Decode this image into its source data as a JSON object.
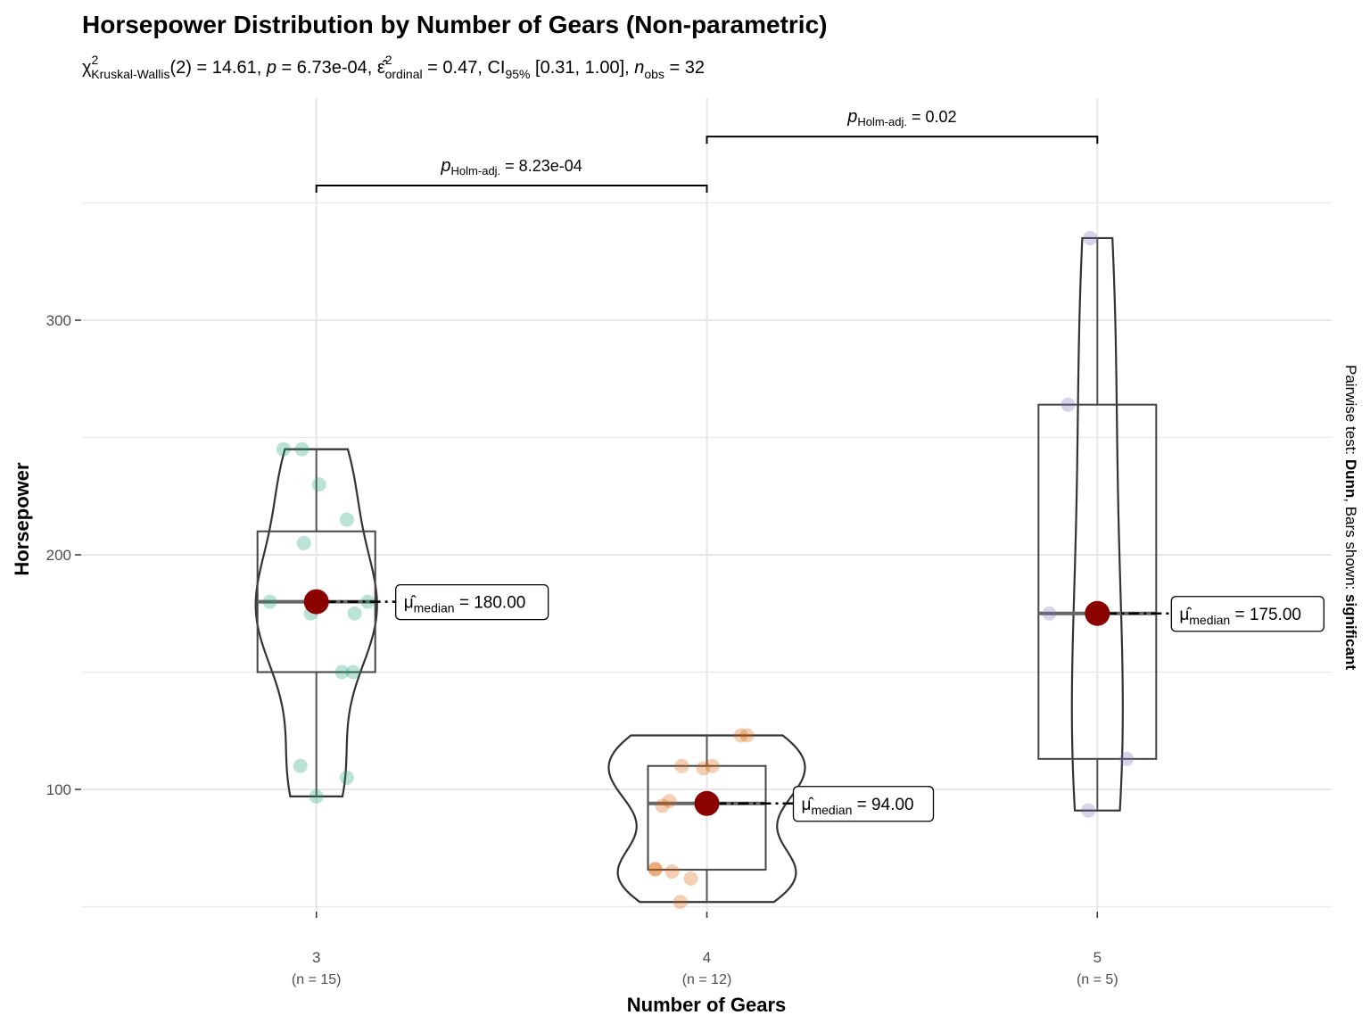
{
  "chart_data": {
    "type": "violin-box",
    "title": "Horsepower Distribution by Number of Gears (Non-parametric)",
    "subtitle": [
      {
        "t": "χ",
        "s": "n"
      },
      {
        "t": "2",
        "s": "sup"
      },
      {
        "t": "Kruskal-Wallis",
        "s": "sub"
      },
      {
        "t": "(2) = 14.61, ",
        "s": "n"
      },
      {
        "t": "p",
        "s": "i"
      },
      {
        "t": " = 6.73e-04, ",
        "s": "n"
      },
      {
        "t": "ε̂",
        "s": "n"
      },
      {
        "t": "2",
        "s": "sup"
      },
      {
        "t": "ordinal",
        "s": "sub"
      },
      {
        "t": " = 0.47, CI",
        "s": "n"
      },
      {
        "t": "95%",
        "s": "sub"
      },
      {
        "t": " [0.31, 1.00], ",
        "s": "n"
      },
      {
        "t": "n",
        "s": "i"
      },
      {
        "t": "obs",
        "s": "sub"
      },
      {
        "t": " = 32",
        "s": "n"
      }
    ],
    "xlabel": "Number of Gears",
    "ylabel": "Horsepower",
    "ylim": [
      48,
      400
    ],
    "xlim": [
      2.4,
      5.6
    ],
    "yticks": [
      100,
      200,
      300
    ],
    "y_minor_grid": [
      50,
      150,
      250,
      350
    ],
    "grid": true,
    "caption_right": [
      {
        "t": "Pairwise test: ",
        "b": false
      },
      {
        "t": "Dunn",
        "b": true
      },
      {
        "t": ", Bars shown: ",
        "b": false
      },
      {
        "t": "significant",
        "b": true
      }
    ],
    "groups": [
      {
        "name": "3",
        "n_label": "(n = 15)",
        "x": 3,
        "color": "#1B9E77",
        "values": [
          245,
          245,
          230,
          215,
          205,
          180,
          180,
          180,
          175,
          175,
          150,
          150,
          110,
          105,
          97
        ],
        "jitter": [
          -0.084,
          -0.037,
          0.007,
          0.078,
          -0.032,
          -0.119,
          0.132,
          0.0,
          -0.014,
          0.098,
          0.066,
          0.094,
          -0.041,
          0.078,
          0.0
        ],
        "q1": 150,
        "median": 180,
        "q3": 210,
        "min": 97,
        "max": 245,
        "median_label_sym": "μ̂",
        "median_label_sub": "median",
        "median_label_val": "= 180.00"
      },
      {
        "name": "4",
        "n_label": "(n = 12)",
        "x": 4,
        "color": "#D95F02",
        "values": [
          123,
          123,
          110,
          110,
          109,
          95,
          93,
          66,
          66,
          65,
          62,
          52
        ],
        "jitter": [
          0.087,
          0.103,
          -0.064,
          0.014,
          -0.009,
          -0.096,
          -0.114,
          -0.132,
          -0.132,
          -0.089,
          -0.041,
          -0.068
        ],
        "q1": 65.75,
        "median": 94,
        "q3": 110,
        "min": 52,
        "max": 123,
        "median_label_sym": "μ̂",
        "median_label_sub": "median",
        "median_label_val": "= 94.00"
      },
      {
        "name": "5",
        "n_label": "(n = 5)",
        "x": 5,
        "color": "#7570B3",
        "values": [
          335,
          264,
          175,
          113,
          91
        ],
        "jitter": [
          -0.018,
          -0.075,
          -0.123,
          0.075,
          -0.023
        ],
        "q1": 113,
        "median": 175,
        "q3": 264,
        "min": 91,
        "max": 335,
        "median_label_sym": "μ̂",
        "median_label_sub": "median",
        "median_label_val": "= 175.00"
      }
    ],
    "comparisons": [
      {
        "from": 3,
        "to": 4,
        "y": 357.4,
        "p_sym": "p",
        "p_sub": "Holm-adj.",
        "p_val": "= 8.23e-04"
      },
      {
        "from": 4,
        "to": 5,
        "y": 378.3,
        "p_sym": "p",
        "p_sub": "Holm-adj.",
        "p_val": "= 0.02"
      }
    ],
    "median_point_color": "#8B0000"
  }
}
